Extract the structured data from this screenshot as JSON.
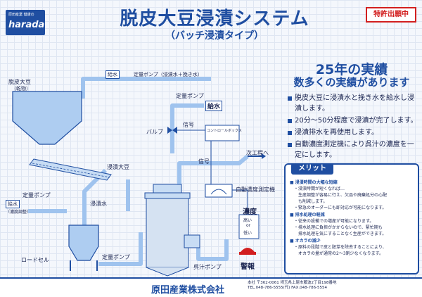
{
  "logo": {
    "tagline": "原田産業 健康の",
    "name": "harada"
  },
  "header": {
    "title": "脱皮大豆浸漬システム",
    "subtitle": "（バッチ浸漬タイプ）",
    "patent_badge": "特許出願中"
  },
  "results": {
    "title": "25年の実績",
    "subtitle": "数多くの実績があります",
    "bullets": [
      "脱皮大豆に浸漬水と挽き水を給水し浸漬します。",
      "20分～50分程度で浸漬が完了します。",
      "浸漬排水を再使用します。",
      "自動濃度測定機により呉汁の濃度を一定にします。"
    ]
  },
  "merit": {
    "heading": "メリット",
    "items": [
      {
        "title": "浸漬時間の大幅な短縮",
        "lines": [
          "・浸漬時間が短くなれば…",
          "　生産調整が容易に行え、欠品や廃棄処分の心配",
          "　も削減します。",
          "・緊急のオーダーにも即対応が可能になります。"
        ]
      },
      {
        "title": "排水処理の軽減",
        "lines": [
          "・従来の設備での増産が可能になります。",
          "・排水処理に負担がかからないので、緊忙期も",
          "　排水処理を気にすることなく生産ができます。"
        ]
      },
      {
        "title": "オカラの減少",
        "lines": [
          "・原料の段階で皮と胚芽を除去することにより、",
          "　オカラの量が通常の2～3割少なくなります。"
        ]
      }
    ]
  },
  "diagram": {
    "labels": {
      "dehulled_soy": "脱皮大豆",
      "dehulled_soy_sub": "（乾物）",
      "water_supply_top": "給水",
      "metering_pump_top": "定量ポンプ（浸漬水＋挽き水）",
      "metering_pump_mid": "定量ポンプ",
      "water_supply_mid": "給水",
      "valve": "バルブ",
      "signal_top": "信号",
      "control_box": "コントロールボックス",
      "soaked_soy": "浸漬大豆",
      "next_process": "次工程へ",
      "signal_mid": "信号",
      "metering_pump_left": "定量ポンプ",
      "water_supply_left": "給水",
      "water_supply_left_sub": "（濃度調整）",
      "soak_water": "浸漬水",
      "auto_density": "自動濃度測定機",
      "density": "濃度",
      "density_high": "高い",
      "density_or": "or",
      "density_low": "低い",
      "load_cell": "ロードセル",
      "metering_pump_bottom": "定量ポンプ",
      "slurry_pump": "呉汁ポンプ",
      "alarm": "警報"
    }
  },
  "footer": {
    "company": "原田産業株式会社",
    "address_line1": "本社  〒362-0061 埼玉県上尾市藤波2丁目198番地",
    "address_line2": "TEL.048-786-5555(代) FAX.048-786-5554"
  },
  "colors": {
    "primary": "#1f4ea1",
    "pipe": "#9fc3ee",
    "accent": "#d21f1f"
  }
}
